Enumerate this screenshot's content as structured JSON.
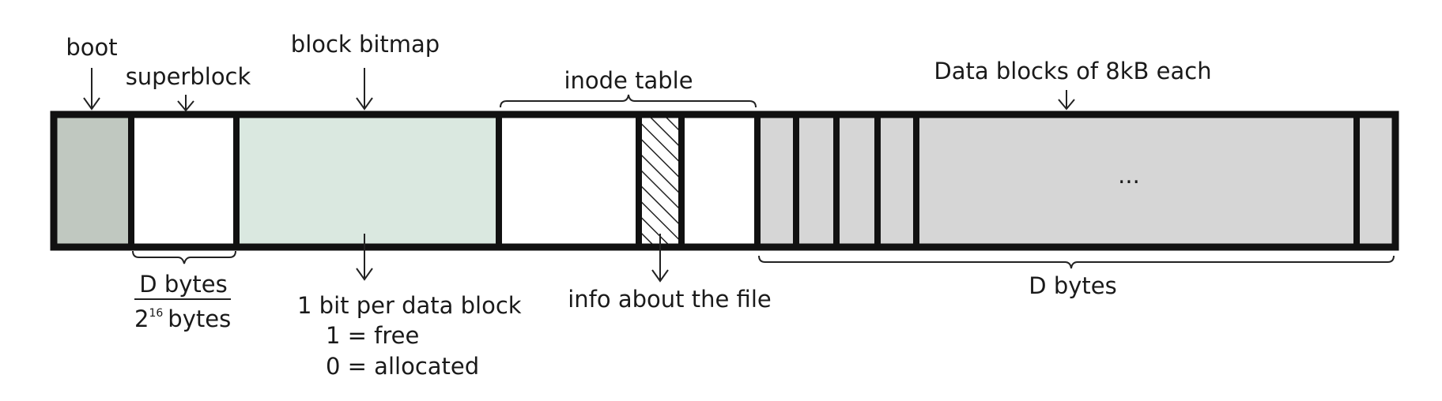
{
  "labels": {
    "boot": "boot",
    "superblock": "superblock",
    "block_bitmap": "block bitmap",
    "inode_table": "inode table",
    "data_blocks": "Data blocks of 8kB each",
    "ellipsis": "...",
    "superblock_size_numer": "D bytes",
    "superblock_size_denom_base": "2",
    "superblock_size_denom_exp": "16",
    "superblock_size_denom_unit": "bytes",
    "bitmap_desc_1": "1 bit per data block",
    "bitmap_desc_2": "1 = free",
    "bitmap_desc_3": "0 = allocated",
    "inode_desc": "info about the file",
    "data_size": "D bytes"
  },
  "colors": {
    "boot": "#c0c8c0",
    "superblock": "#ffffff",
    "block_bitmap": "#dae8e0",
    "inode_table": "#ffffff",
    "data_blocks": "#d6d6d6",
    "outline": "#111111"
  }
}
